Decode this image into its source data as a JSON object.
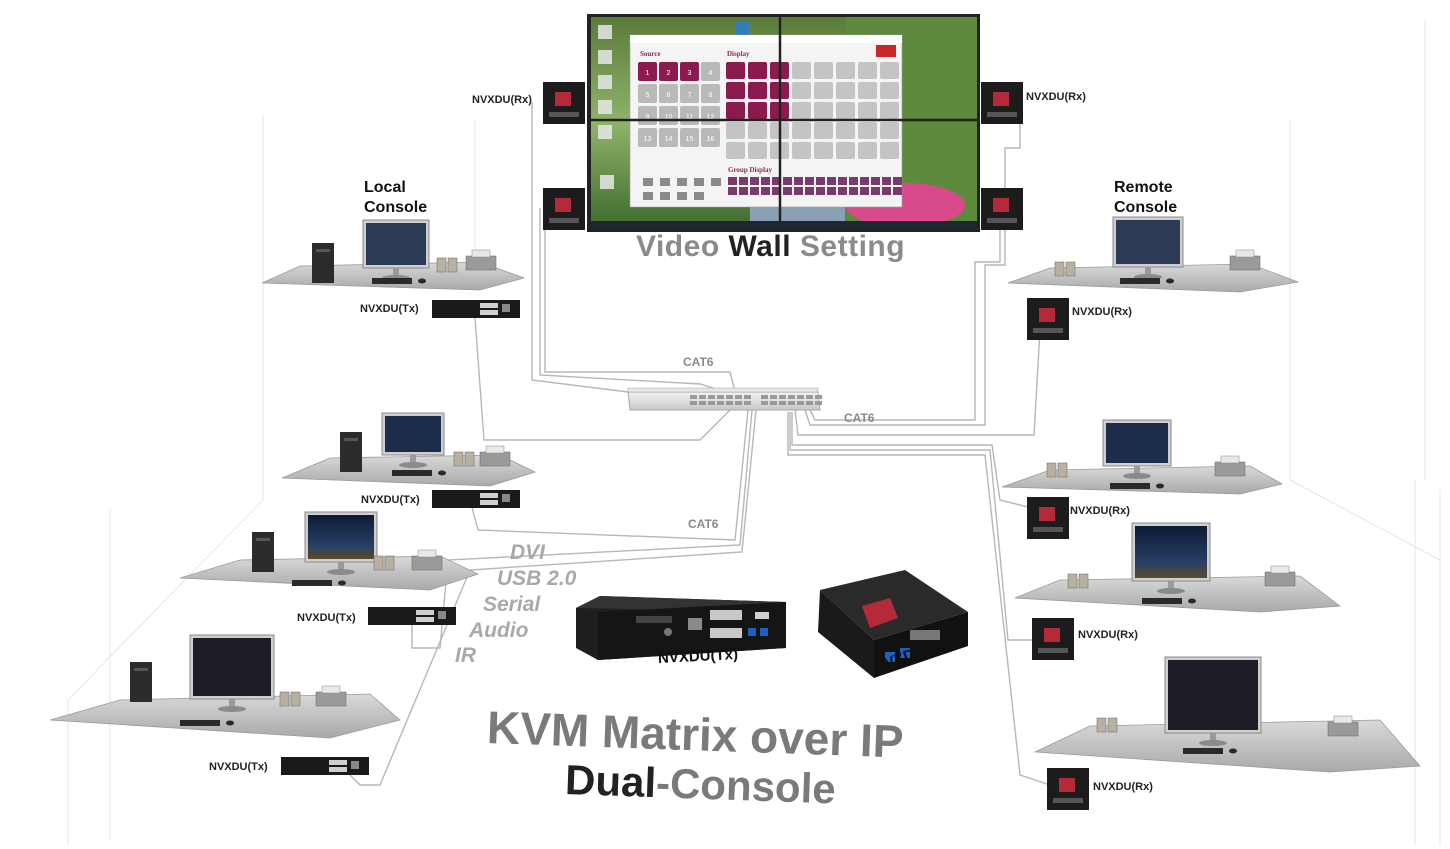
{
  "video_wall": {
    "title_part1": "Video",
    "title_part2": "Wall",
    "title_part3": "Setting",
    "app": {
      "source_label": "Source",
      "display_label": "Display",
      "group_display_label": "Group Display",
      "source_numbers": [
        "1",
        "2",
        "3",
        "4",
        "5",
        "6",
        "7",
        "8",
        "9",
        "10",
        "11",
        "12",
        "13",
        "14",
        "15",
        "16"
      ]
    }
  },
  "local_console": {
    "line1": "Local",
    "line2": "Console"
  },
  "remote_console": {
    "line1": "Remote",
    "line2": "Console"
  },
  "labels": {
    "rx_top_left": "NVXDU(Rx)",
    "rx_top_right": "NVXDU(Rx)",
    "rx_remote": "NVXDU(Rx)",
    "rx_right_1": "NVXDU(Rx)",
    "rx_right_2": "NVXDU(Rx)",
    "rx_right_3": "NVXDU(Rx)",
    "tx_local": "NVXDU(Tx)",
    "tx_left_1": "NVXDU(Tx)",
    "tx_left_2": "NVXDU(Tx)",
    "tx_left_3": "NVXDU(Tx)"
  },
  "cables": {
    "cat6_top": "CAT6",
    "cat6_right": "CAT6",
    "cat6_left": "CAT6"
  },
  "signals": [
    "DVI",
    "USB 2.0",
    "Serial",
    "Audio",
    "IR"
  ],
  "products": {
    "tx": "NVXDU(Tx)",
    "rx": "NVXDU(Rx)"
  },
  "headline": {
    "line1": "KVM Matrix over IP",
    "line2_dark": "Dual",
    "line2_rest": "-Console"
  },
  "colors": {
    "accent": "#8b1a4e",
    "cable": "#b5b5b5",
    "desk": "#c9c9c9",
    "heading_gray": "#7a7a7a"
  }
}
